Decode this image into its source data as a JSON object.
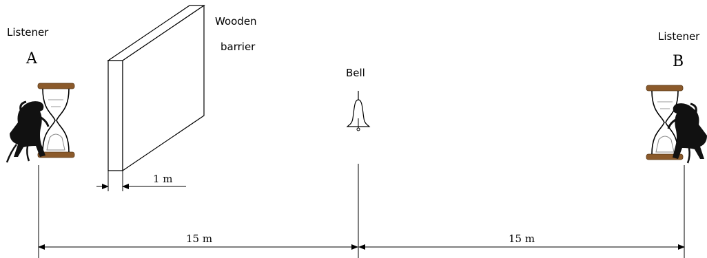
{
  "listener_a": {
    "caption": "Listener",
    "letter": "A"
  },
  "listener_b": {
    "caption": "Listener",
    "letter": "B"
  },
  "barrier": {
    "label_line1": "Wooden",
    "label_line2": "barrier",
    "thickness_label": "1 m"
  },
  "bell": {
    "label": "Bell"
  },
  "distances": {
    "left_span": "15 m",
    "right_span": "15 m"
  },
  "colors": {
    "hourglass_cap": "#8b5a2b",
    "line": "#000000",
    "background": "#ffffff"
  }
}
